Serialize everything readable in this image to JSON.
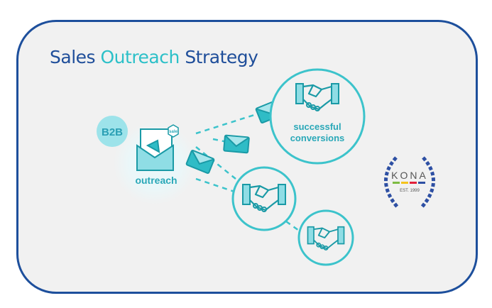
{
  "title": {
    "part1": "Sales",
    "part2": "Outreach",
    "part3": "Strategy"
  },
  "badge": "B2B",
  "source": {
    "label": "outreach",
    "tag": "sale"
  },
  "target": {
    "label_line1": "successful",
    "label_line2": "conversions"
  },
  "logo": {
    "name": "KONA",
    "est": "EST. 1999"
  },
  "colors": {
    "frame": "#1d4f9c",
    "accent": "#2cc0c8",
    "title": "#1f4e9a"
  }
}
